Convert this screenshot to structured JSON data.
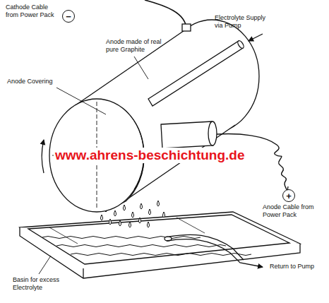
{
  "diagram": {
    "nodes": [
      {
        "text": [
          "−"
        ]
      },
      {
        "text": [
          "+"
        ]
      }
    ],
    "labels": [
      "Cathode Cable from Power Pack",
      "Electrolyte Supply via Pump",
      "Anode made of real pure Graphite",
      "Anode Covering",
      "www.ahrens-beschichtung.de",
      "Anode Cable from Power Pack",
      "Return to Pump",
      "Basin for excess Electrolyte"
    ]
  }
}
